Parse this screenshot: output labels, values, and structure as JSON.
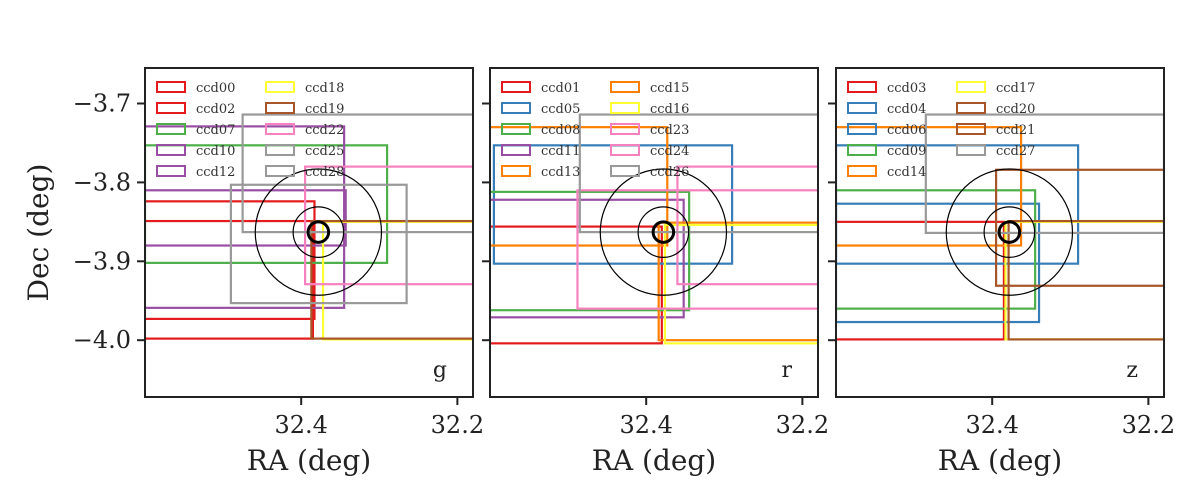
{
  "chart_data": [
    {
      "type": "rectangles",
      "band": "g",
      "xlabel": "RA (deg)",
      "ylabel": "Dec (deg)",
      "xlim": [
        32.6,
        32.18
      ],
      "ylim": [
        -4.072,
        -3.655
      ],
      "xticks": [
        32.4,
        32.2
      ],
      "xtick_labels": [
        "32.4",
        "32.2"
      ],
      "yticks": [
        -3.7,
        -3.8,
        -3.9,
        -4.0
      ],
      "ytick_labels": [
        "−3.7",
        "−3.8",
        "−3.9",
        "−4.0"
      ],
      "center": [
        32.378,
        -3.863
      ],
      "circle_radii": [
        0.013,
        0.032,
        0.08
      ],
      "legend": [
        "ccd00",
        "ccd02",
        "ccd07",
        "ccd10",
        "ccd12",
        "ccd18",
        "ccd19",
        "ccd22",
        "ccd25",
        "ccd28"
      ],
      "ccds": [
        {
          "name": "ccd00",
          "color": "#e41a1c",
          "ra": [
            32.385,
            32.7
          ],
          "dec": [
            -3.998,
            -3.849
          ]
        },
        {
          "name": "ccd02",
          "color": "#e41a1c",
          "ra": [
            32.383,
            32.7
          ],
          "dec": [
            -3.973,
            -3.824
          ]
        },
        {
          "name": "ccd07",
          "color": "#4daf4a",
          "ra": [
            32.29,
            32.6
          ],
          "dec": [
            -3.902,
            -3.753
          ]
        },
        {
          "name": "ccd10",
          "color": "#984ea3",
          "ra": [
            32.345,
            32.7
          ],
          "dec": [
            -3.959,
            -3.729
          ]
        },
        {
          "name": "ccd12",
          "color": "#984ea3",
          "ra": [
            32.343,
            32.7
          ],
          "dec": [
            -3.88,
            -3.81
          ]
        },
        {
          "name": "ccd18",
          "color": "#ffff33",
          "ra": [
            32.1,
            32.372
          ],
          "dec": [
            -3.999,
            -3.85
          ]
        },
        {
          "name": "ccd19",
          "color": "#a65628",
          "ra": [
            32.1,
            32.387
          ],
          "dec": [
            -3.998,
            -3.849
          ]
        },
        {
          "name": "ccd22",
          "color": "#f781bf",
          "ra": [
            32.1,
            32.395
          ],
          "dec": [
            -3.929,
            -3.78
          ]
        },
        {
          "name": "ccd25",
          "color": "#999999",
          "ra": [
            32.265,
            32.49
          ],
          "dec": [
            -3.953,
            -3.803
          ]
        },
        {
          "name": "ccd28",
          "color": "#999999",
          "ra": [
            32.1,
            32.475
          ],
          "dec": [
            -3.863,
            -3.714
          ]
        }
      ]
    },
    {
      "type": "rectangles",
      "band": "r",
      "xlabel": "RA (deg)",
      "ylabel": "",
      "xlim": [
        32.6,
        32.18
      ],
      "ylim": [
        -4.072,
        -3.655
      ],
      "xticks": [
        32.4,
        32.2
      ],
      "xtick_labels": [
        "32.4",
        "32.2"
      ],
      "center": [
        32.378,
        -3.863
      ],
      "circle_radii": [
        0.013,
        0.032,
        0.08
      ],
      "legend": [
        "ccd01",
        "ccd05",
        "ccd08",
        "ccd11",
        "ccd13",
        "ccd15",
        "ccd16",
        "ccd23",
        "ccd24",
        "ccd26"
      ],
      "ccds": [
        {
          "name": "ccd01",
          "color": "#e41a1c",
          "ra": [
            32.38,
            32.7
          ],
          "dec": [
            -4.004,
            -3.856
          ]
        },
        {
          "name": "ccd05",
          "color": "#377eb8",
          "ra": [
            32.29,
            32.595
          ],
          "dec": [
            -3.903,
            -3.753
          ]
        },
        {
          "name": "ccd08",
          "color": "#4daf4a",
          "ra": [
            32.345,
            32.7
          ],
          "dec": [
            -3.962,
            -3.812
          ]
        },
        {
          "name": "ccd11",
          "color": "#984ea3",
          "ra": [
            32.352,
            32.7
          ],
          "dec": [
            -3.971,
            -3.822
          ]
        },
        {
          "name": "ccd13",
          "color": "#ff7f00",
          "ra": [
            32.373,
            32.7
          ],
          "dec": [
            -3.88,
            -3.73
          ]
        },
        {
          "name": "ccd15",
          "color": "#ff7f00",
          "ra": [
            32.1,
            32.384
          ],
          "dec": [
            -4.0,
            -3.851
          ]
        },
        {
          "name": "ccd16",
          "color": "#ffff33",
          "ra": [
            32.1,
            32.376
          ],
          "dec": [
            -4.004,
            -3.854
          ]
        },
        {
          "name": "ccd23",
          "color": "#f781bf",
          "ra": [
            32.1,
            32.488
          ],
          "dec": [
            -3.96,
            -3.81
          ]
        },
        {
          "name": "ccd24",
          "color": "#f781bf",
          "ra": [
            32.1,
            32.36
          ],
          "dec": [
            -3.929,
            -3.78
          ]
        },
        {
          "name": "ccd26",
          "color": "#999999",
          "ra": [
            32.1,
            32.485
          ],
          "dec": [
            -3.863,
            -3.714
          ]
        }
      ]
    },
    {
      "type": "rectangles",
      "band": "z",
      "xlabel": "RA (deg)",
      "ylabel": "",
      "xlim": [
        32.6,
        32.18
      ],
      "ylim": [
        -4.072,
        -3.655
      ],
      "xticks": [
        32.4,
        32.2
      ],
      "xtick_labels": [
        "32.4",
        "32.2"
      ],
      "center": [
        32.378,
        -3.863
      ],
      "circle_radii": [
        0.013,
        0.032,
        0.08
      ],
      "legend": [
        "ccd03",
        "ccd04",
        "ccd06",
        "ccd09",
        "ccd14",
        "ccd17",
        "ccd20",
        "ccd21",
        "ccd27"
      ],
      "ccds": [
        {
          "name": "ccd03",
          "color": "#e41a1c",
          "ra": [
            32.385,
            32.7
          ],
          "dec": [
            -3.999,
            -3.85
          ]
        },
        {
          "name": "ccd04",
          "color": "#377eb8",
          "ra": [
            32.29,
            32.6
          ],
          "dec": [
            -3.903,
            -3.753
          ]
        },
        {
          "name": "ccd06",
          "color": "#377eb8",
          "ra": [
            32.34,
            32.6
          ],
          "dec": [
            -3.977,
            -3.827
          ]
        },
        {
          "name": "ccd09",
          "color": "#4daf4a",
          "ra": [
            32.345,
            32.7
          ],
          "dec": [
            -3.96,
            -3.81
          ]
        },
        {
          "name": "ccd14",
          "color": "#ff7f00",
          "ra": [
            32.363,
            32.7
          ],
          "dec": [
            -3.88,
            -3.73
          ]
        },
        {
          "name": "ccd17",
          "color": "#ffff33",
          "ra": [
            32.1,
            32.383
          ],
          "dec": [
            -3.999,
            -3.85
          ]
        },
        {
          "name": "ccd20",
          "color": "#a65628",
          "ra": [
            32.1,
            32.395
          ],
          "dec": [
            -3.931,
            -3.784
          ]
        },
        {
          "name": "ccd21",
          "color": "#a65628",
          "ra": [
            32.1,
            32.379
          ],
          "dec": [
            -3.999,
            -3.849
          ]
        },
        {
          "name": "ccd27",
          "color": "#999999",
          "ra": [
            32.18,
            32.485
          ],
          "dec": [
            -3.864,
            -3.714
          ]
        }
      ]
    }
  ]
}
